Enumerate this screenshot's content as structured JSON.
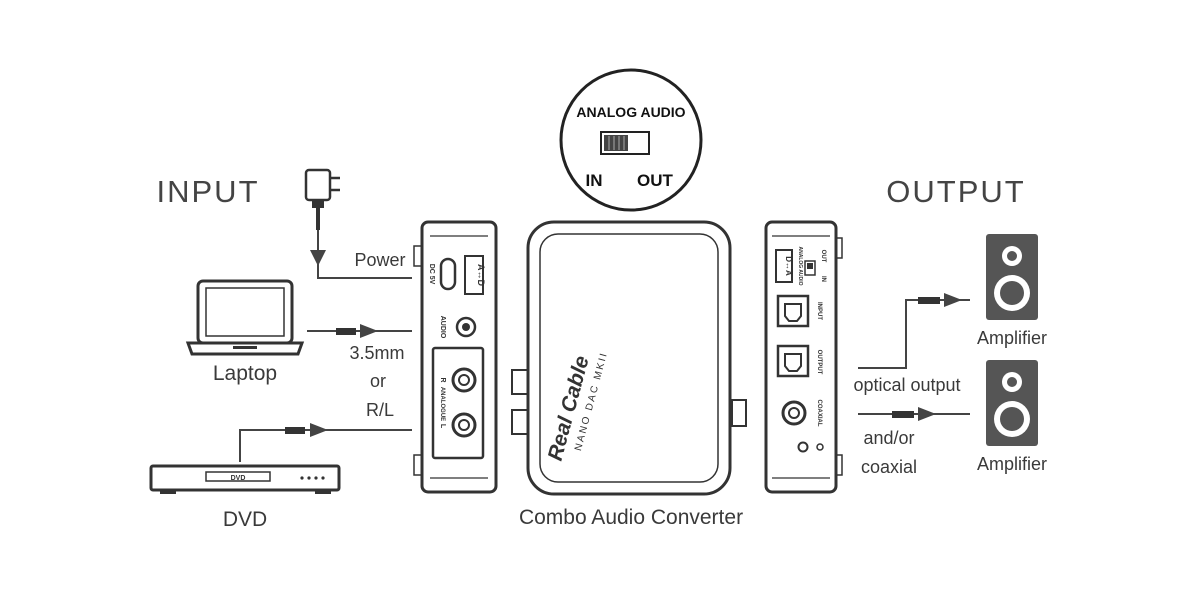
{
  "sections": {
    "input": "INPUT",
    "output": "OUTPUT"
  },
  "switch_callout": {
    "title": "ANALOG AUDIO",
    "in": "IN",
    "out": "OUT"
  },
  "inputs": {
    "power": "Power",
    "laptop": "Laptop",
    "cable_line1": "3.5mm",
    "cable_line2": "or",
    "cable_line3": "R/L",
    "dvd": "DVD",
    "dvd_tray": "DVD"
  },
  "outputs": {
    "optical": "optical output",
    "and_or": "and/or",
    "coaxial": "coaxial",
    "amplifier_1": "Amplifier",
    "amplifier_2": "Amplifier"
  },
  "device": {
    "name": "Combo Audio Converter",
    "brand": "Real Cable",
    "model": "NANO DAC MKII"
  },
  "left_panel": {
    "dc": "DC 5V",
    "audio": "AUDIO",
    "analog": "ANALOGUE",
    "r": "R",
    "l": "L",
    "mode": "A↔D"
  },
  "right_panel": {
    "input": "INPUT",
    "output": "OUTPUT",
    "coaxial": "COAXIAL",
    "in": "IN",
    "out": "OUT",
    "switch": "ANALOG AUDIO",
    "mode": "D↔A"
  }
}
